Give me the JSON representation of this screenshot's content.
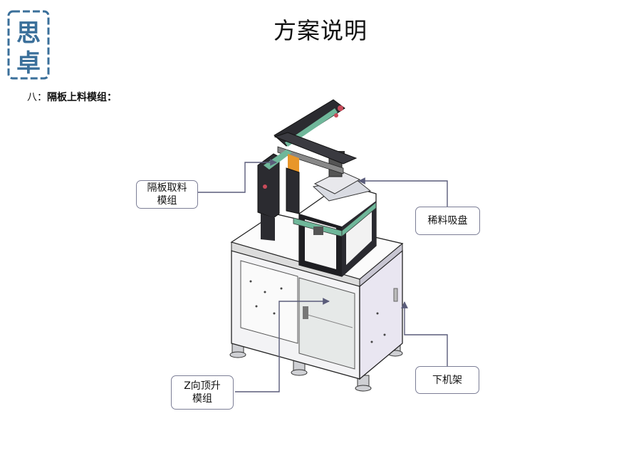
{
  "header": {
    "logo_text": "思卓",
    "title": "方案说明"
  },
  "section": {
    "number": "八：",
    "title": "隔板上料模组："
  },
  "callouts": {
    "separator_pick": "隔板取料\n模组",
    "suction_cup": "稀料吸盘",
    "z_lift": "Z向顶升\n模组",
    "lower_frame": "下机架"
  },
  "colors": {
    "logo": "#3a6f9a",
    "callout_border": "#7c7e96",
    "leader_line": "#5a5c7a",
    "accent_orange": "#e8962a",
    "frame_green": "#6fb79a",
    "cabinet_lilac": "#e9e6f1"
  }
}
